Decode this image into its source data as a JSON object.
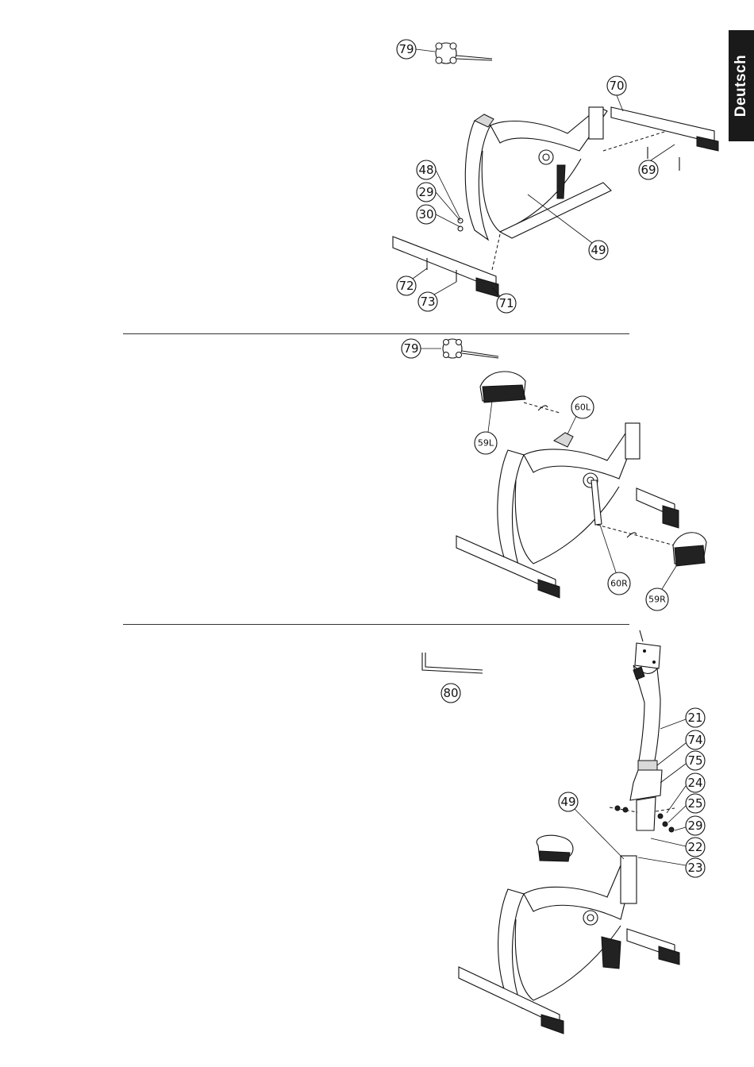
{
  "language_tab": "Deutsch",
  "step1": {
    "labels": [
      "79",
      "70",
      "48",
      "29",
      "30",
      "69",
      "49",
      "72",
      "73",
      "71"
    ]
  },
  "step2": {
    "labels": [
      "79",
      "60L",
      "59L",
      "60R",
      "59R"
    ]
  },
  "step3": {
    "labels": [
      "80",
      "21",
      "74",
      "75",
      "24",
      "25",
      "29",
      "22",
      "23",
      "49"
    ]
  }
}
